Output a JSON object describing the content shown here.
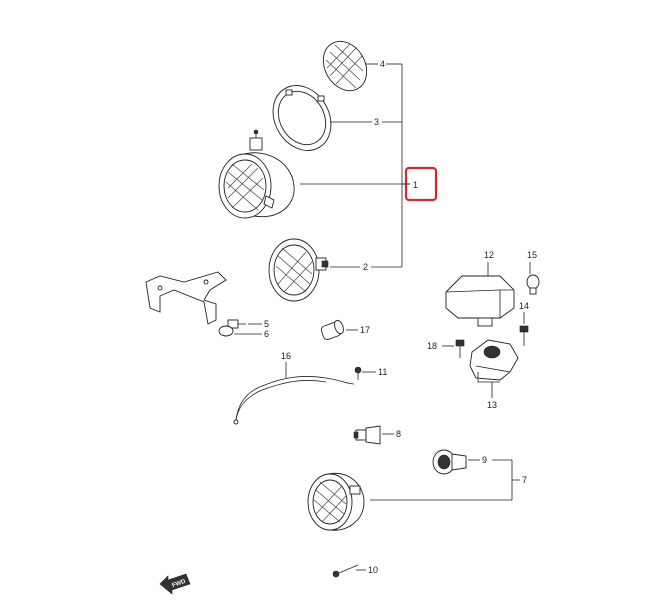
{
  "callouts": {
    "c1": "1",
    "c2": "2",
    "c3": "3",
    "c4": "4",
    "c5": "5",
    "c6": "6",
    "c7": "7",
    "c8": "8",
    "c9": "9",
    "c10": "10",
    "c11": "11",
    "c12": "12",
    "c13": "13",
    "c14": "14",
    "c15": "15",
    "c16": "16",
    "c17": "17",
    "c18": "18"
  },
  "selected_callout": "1",
  "highlight_color": "#d6262e",
  "direction_marker": {
    "icon": "arrow-left-icon",
    "text": "FWD"
  }
}
